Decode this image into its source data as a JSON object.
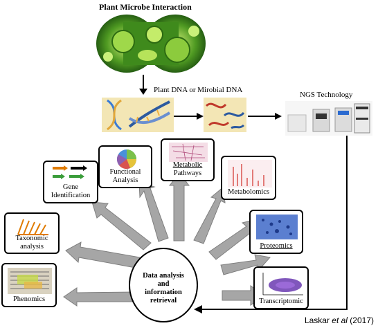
{
  "title": "Plant Microbe Interaction",
  "dna_label": "Plant DNA or Mirobial DNA",
  "ngs_label": "NGS Technology",
  "hub": {
    "line1": "Data analysis",
    "line2": "and",
    "line3": "information",
    "line4": "retrieval"
  },
  "outputs": [
    {
      "id": "phenomics",
      "label": "Phenomics"
    },
    {
      "id": "taxonomic",
      "label_line1": "Taxonomic",
      "label_line2": "analysis"
    },
    {
      "id": "gene",
      "label_line1": "Gene",
      "label_line2": "Identification"
    },
    {
      "id": "functional",
      "label_line1": "Functional",
      "label_line2": "Analysis"
    },
    {
      "id": "metabolic",
      "label_line1": "Metabolic",
      "label_line2": "Pathways"
    },
    {
      "id": "metabolomics",
      "label": "Metabolomics"
    },
    {
      "id": "proteomics",
      "label": "Proteomics"
    },
    {
      "id": "transcriptomic",
      "label": "Transcriptomic"
    }
  ],
  "credit": {
    "author": "Laskar ",
    "etal": "et al",
    "year": " (2017)"
  },
  "colors": {
    "arrow_gray": "#a6a6a6",
    "microbe_green": "#5aa02c",
    "line": "#000000"
  }
}
